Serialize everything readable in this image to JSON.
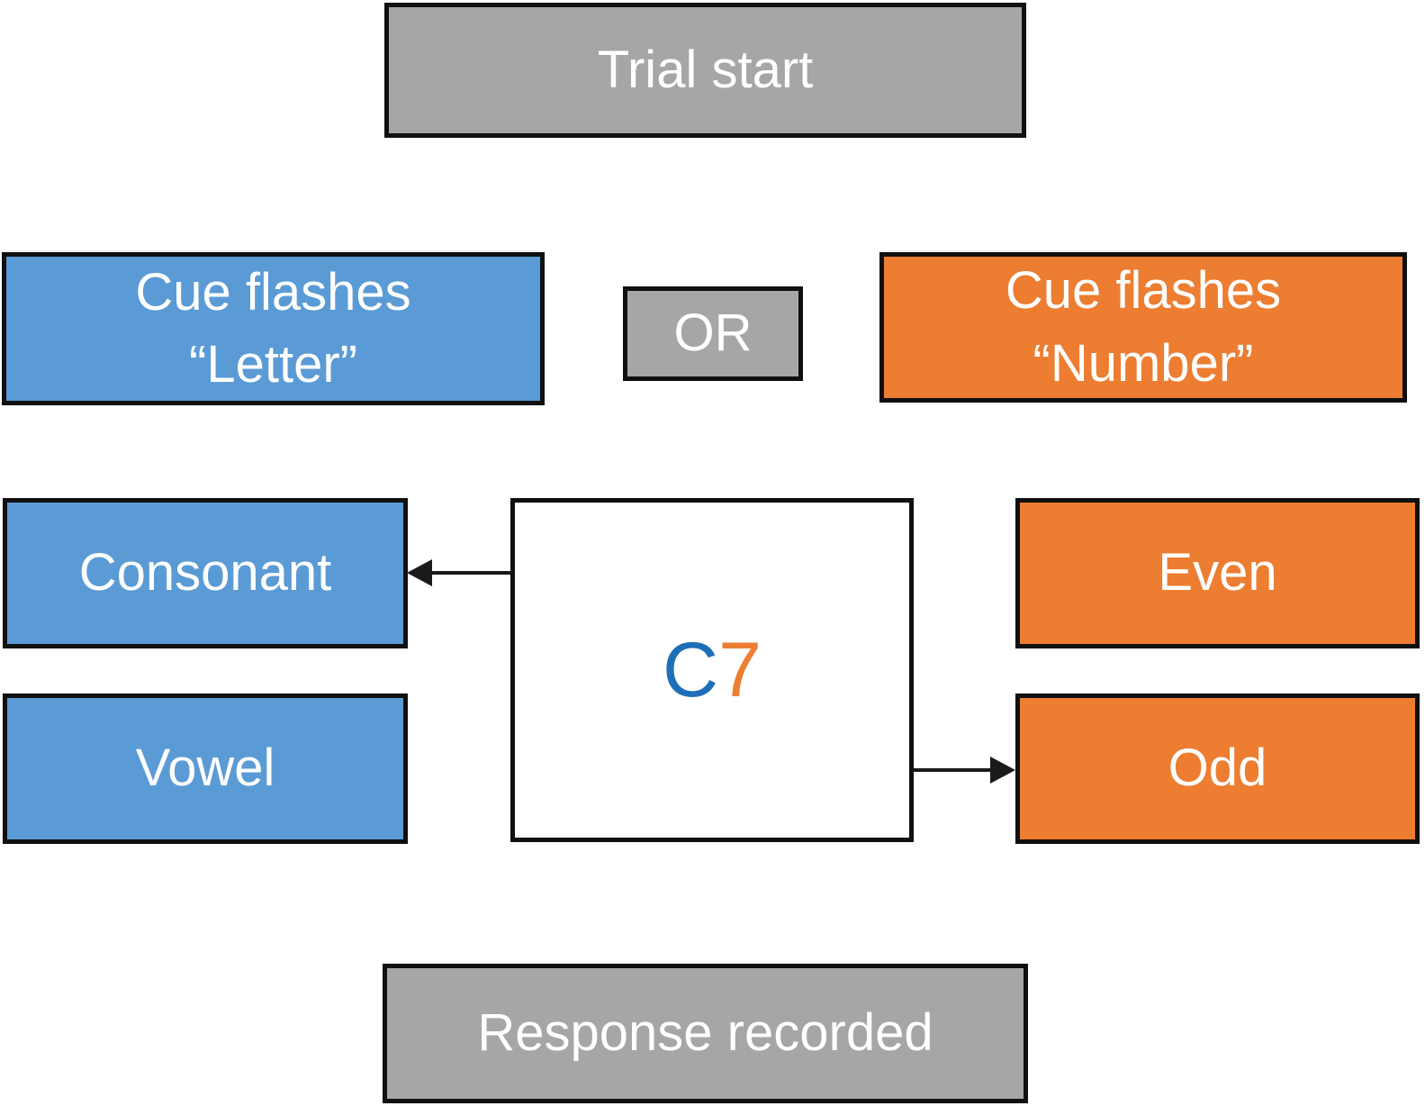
{
  "diagram": {
    "type": "flowchart",
    "description": "Task-switching trial paradigm: a cue (Letter or Number) is flashed, a bivalent stimulus is shown, and the response is recorded.",
    "nodes": {
      "trial_start": {
        "label": "Trial start"
      },
      "cue_letter": {
        "line1": "Cue flashes",
        "line2": "“Letter”"
      },
      "or": {
        "label": "OR"
      },
      "cue_number": {
        "line1": "Cue flashes",
        "line2": "“Number”"
      },
      "consonant": {
        "label": "Consonant"
      },
      "vowel": {
        "label": "Vowel"
      },
      "stimulus": {
        "letter": "C",
        "number": "7"
      },
      "even": {
        "label": "Even"
      },
      "odd": {
        "label": "Odd"
      },
      "response": {
        "label": "Response recorded"
      }
    },
    "arrows": [
      {
        "from": "stimulus",
        "to": "consonant",
        "direction": "left"
      },
      {
        "from": "stimulus",
        "to": "odd",
        "direction": "right"
      }
    ]
  },
  "colors": {
    "blue": "#5b9bd5",
    "orange": "#ed7d31",
    "gray": "#a6a6a6",
    "border": "#101010",
    "text": "#ffffff",
    "stim_letter": "#1f6fb8",
    "stim_number": "#ee7e32",
    "background": "#ffffff"
  }
}
